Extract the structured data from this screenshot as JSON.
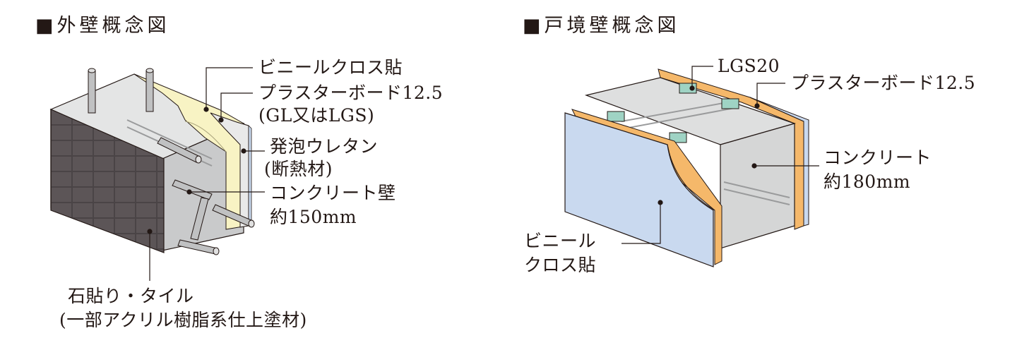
{
  "exterior_wall": {
    "title": "■外壁概念図",
    "labels": {
      "vinyl_cloth": "ビニールクロス貼",
      "plasterboard_line1": "プラスターボード12.5",
      "plasterboard_line2": "(GL又はLGS)",
      "foam_line1": "発泡ウレタン",
      "foam_line2": "(断熱材)",
      "concrete_line1": "コンクリート壁",
      "concrete_line2": "約150mm",
      "tile_line1": "石貼り・タイル",
      "tile_line2": "(一部アクリル樹脂系仕上塗材)"
    }
  },
  "party_wall": {
    "title": "■戸境壁概念図",
    "labels": {
      "lgs": "LGS20",
      "plasterboard": "プラスターボード12.5",
      "concrete_line1": "コンクリート",
      "concrete_line2": "約180mm",
      "vinyl_line1": "ビニール",
      "vinyl_line2": "クロス貼"
    }
  },
  "colors": {
    "concrete": "#d5d6d6",
    "concrete_dark": "#b3b4b5",
    "insulation": "#f8f3c4",
    "plasterboard_orange": "#f5b86a",
    "vinyl_blue": "#c9d9ef",
    "tile": "#4a4446",
    "line": "#231815"
  }
}
